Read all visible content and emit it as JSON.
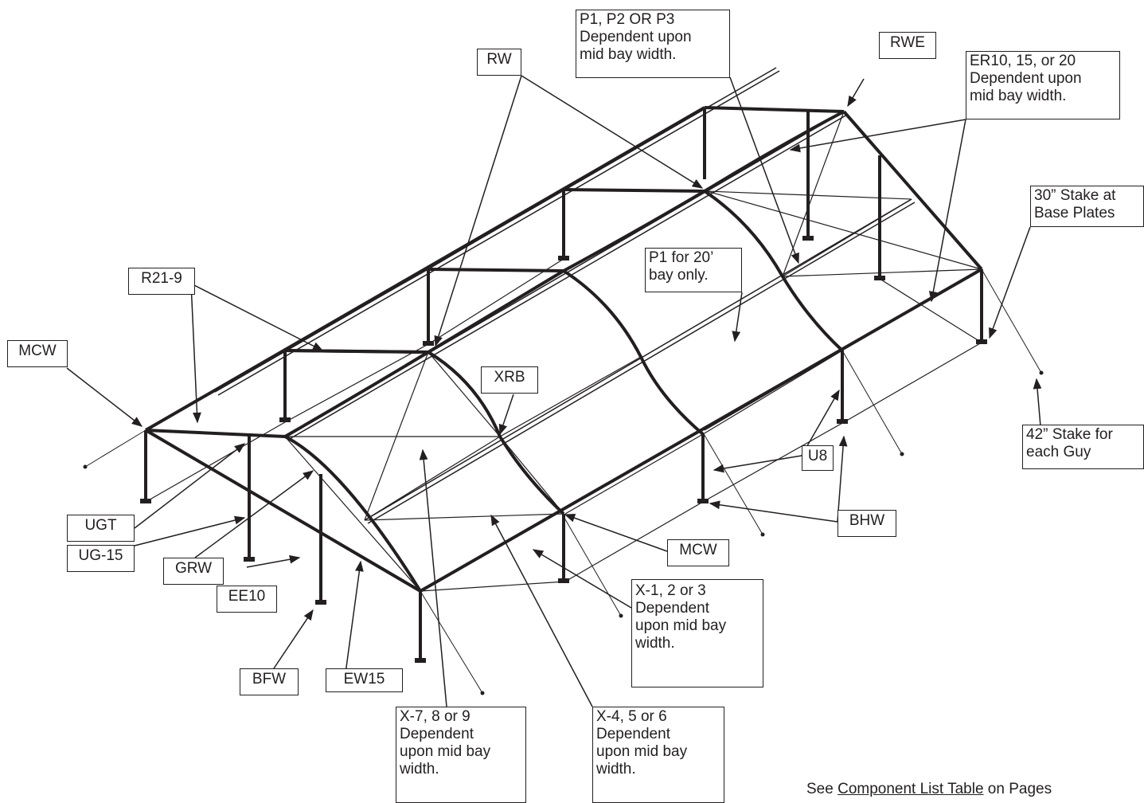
{
  "labels": {
    "p_top": [
      "P1, P2 OR P3",
      "Dependent upon",
      "mid bay width."
    ],
    "rwe": "RWE",
    "er": [
      "ER10, 15, or 20",
      "Dependent upon",
      "mid bay width."
    ],
    "rw": "RW",
    "stake30": [
      "30” Stake at",
      "Base Plates"
    ],
    "p1_20": [
      "P1 for 20’",
      "bay only."
    ],
    "r21": "R21-9",
    "mcw_left": "MCW",
    "xrb": "XRB",
    "stake42": [
      "42” Stake for",
      "each Guy"
    ],
    "u8": "U8",
    "bhw": "BHW",
    "ugt": "UGT",
    "ug15": "UG-15",
    "grw": "GRW",
    "mcw_right": "MCW",
    "ee10": "EE10",
    "x123": [
      "X-1, 2 or 3",
      "Dependent",
      "upon mid bay",
      "width."
    ],
    "bfw": "BFW",
    "ew15": "EW15",
    "x789": [
      "X-7, 8 or 9",
      "Dependent",
      "upon mid bay",
      "width."
    ],
    "x456": [
      "X-4, 5 or 6",
      "Dependent",
      "upon mid bay",
      "width."
    ]
  },
  "footer": {
    "prefix": "See ",
    "link": "Component List Table",
    "suffix": " on Pages"
  }
}
